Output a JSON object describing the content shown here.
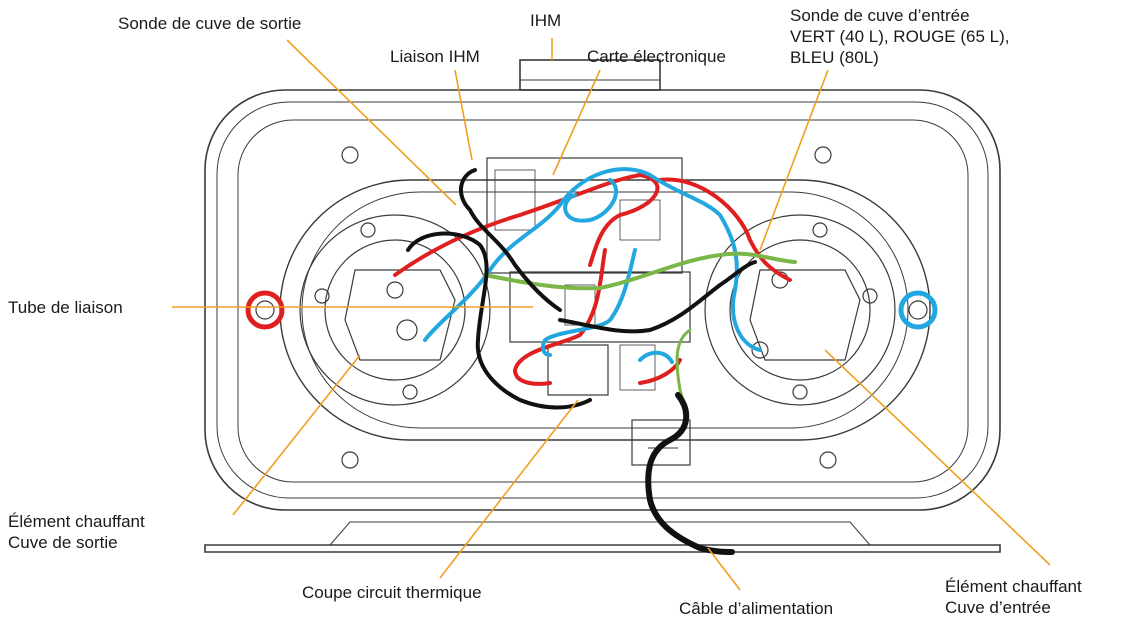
{
  "labels": {
    "ihm": "IHM",
    "sonde_sortie": "Sonde de cuve de sortie",
    "liaison_ihm": "Liaison IHM",
    "carte": "Carte électronique",
    "sonde_entree": [
      "Sonde de cuve d’entrée",
      "VERT (40 L), ROUGE (65 L),",
      "BLEU (80L)"
    ],
    "tube": "Tube de liaison",
    "element_sortie": [
      "Élément chauffant",
      "Cuve de sortie"
    ],
    "coupe_circuit": "Coupe circuit thermique",
    "cable": "Câble d’alimentation",
    "element_entree": [
      "Élément chauffant",
      "Cuve d’entrée"
    ]
  },
  "colors": {
    "leader": "#f0a020",
    "outline": "#3a3a3a",
    "wire_red": "#e02020",
    "wire_blue": "#22a7e0",
    "wire_green": "#7ab648",
    "wire_black": "#111111",
    "ring_red": "#e02020",
    "ring_blue": "#22a7e0"
  }
}
